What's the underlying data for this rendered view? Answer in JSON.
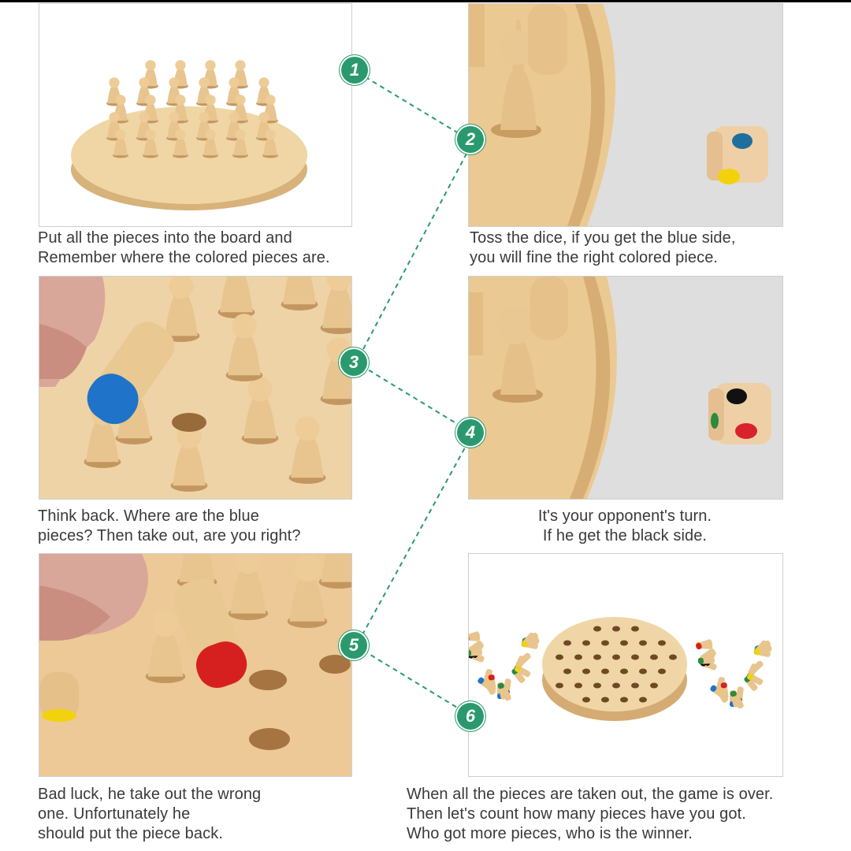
{
  "steps": [
    {
      "number": "1",
      "caption": "Put all the pieces into the board and\nRemember where the colored pieces are."
    },
    {
      "number": "2",
      "caption": "Toss the dice, if you get the blue side,\nyou will fine the right colored piece."
    },
    {
      "number": "3",
      "caption": "Think back. Where are the blue\npieces? Then take out, are you right?"
    },
    {
      "number": "4",
      "caption": "It's your opponent's turn.\nIf he get the black side."
    },
    {
      "number": "5",
      "caption": "Bad luck, he take out the wrong\none. Unfortunately he\nshould put the piece back."
    },
    {
      "number": "6",
      "caption": "When all the pieces are taken out, the game is over.\nThen let's count how many pieces have you got.\nWho got more pieces, who is the winner."
    }
  ],
  "colors": {
    "badge": "#2a9a6e",
    "wood": "#e6c48f",
    "dice_blue": "#1f6f9e",
    "dice_yellow": "#f2d20c",
    "dice_black": "#111111",
    "dice_red": "#d8232a",
    "piece_blue": "#1f73c8",
    "piece_red": "#d62020"
  }
}
